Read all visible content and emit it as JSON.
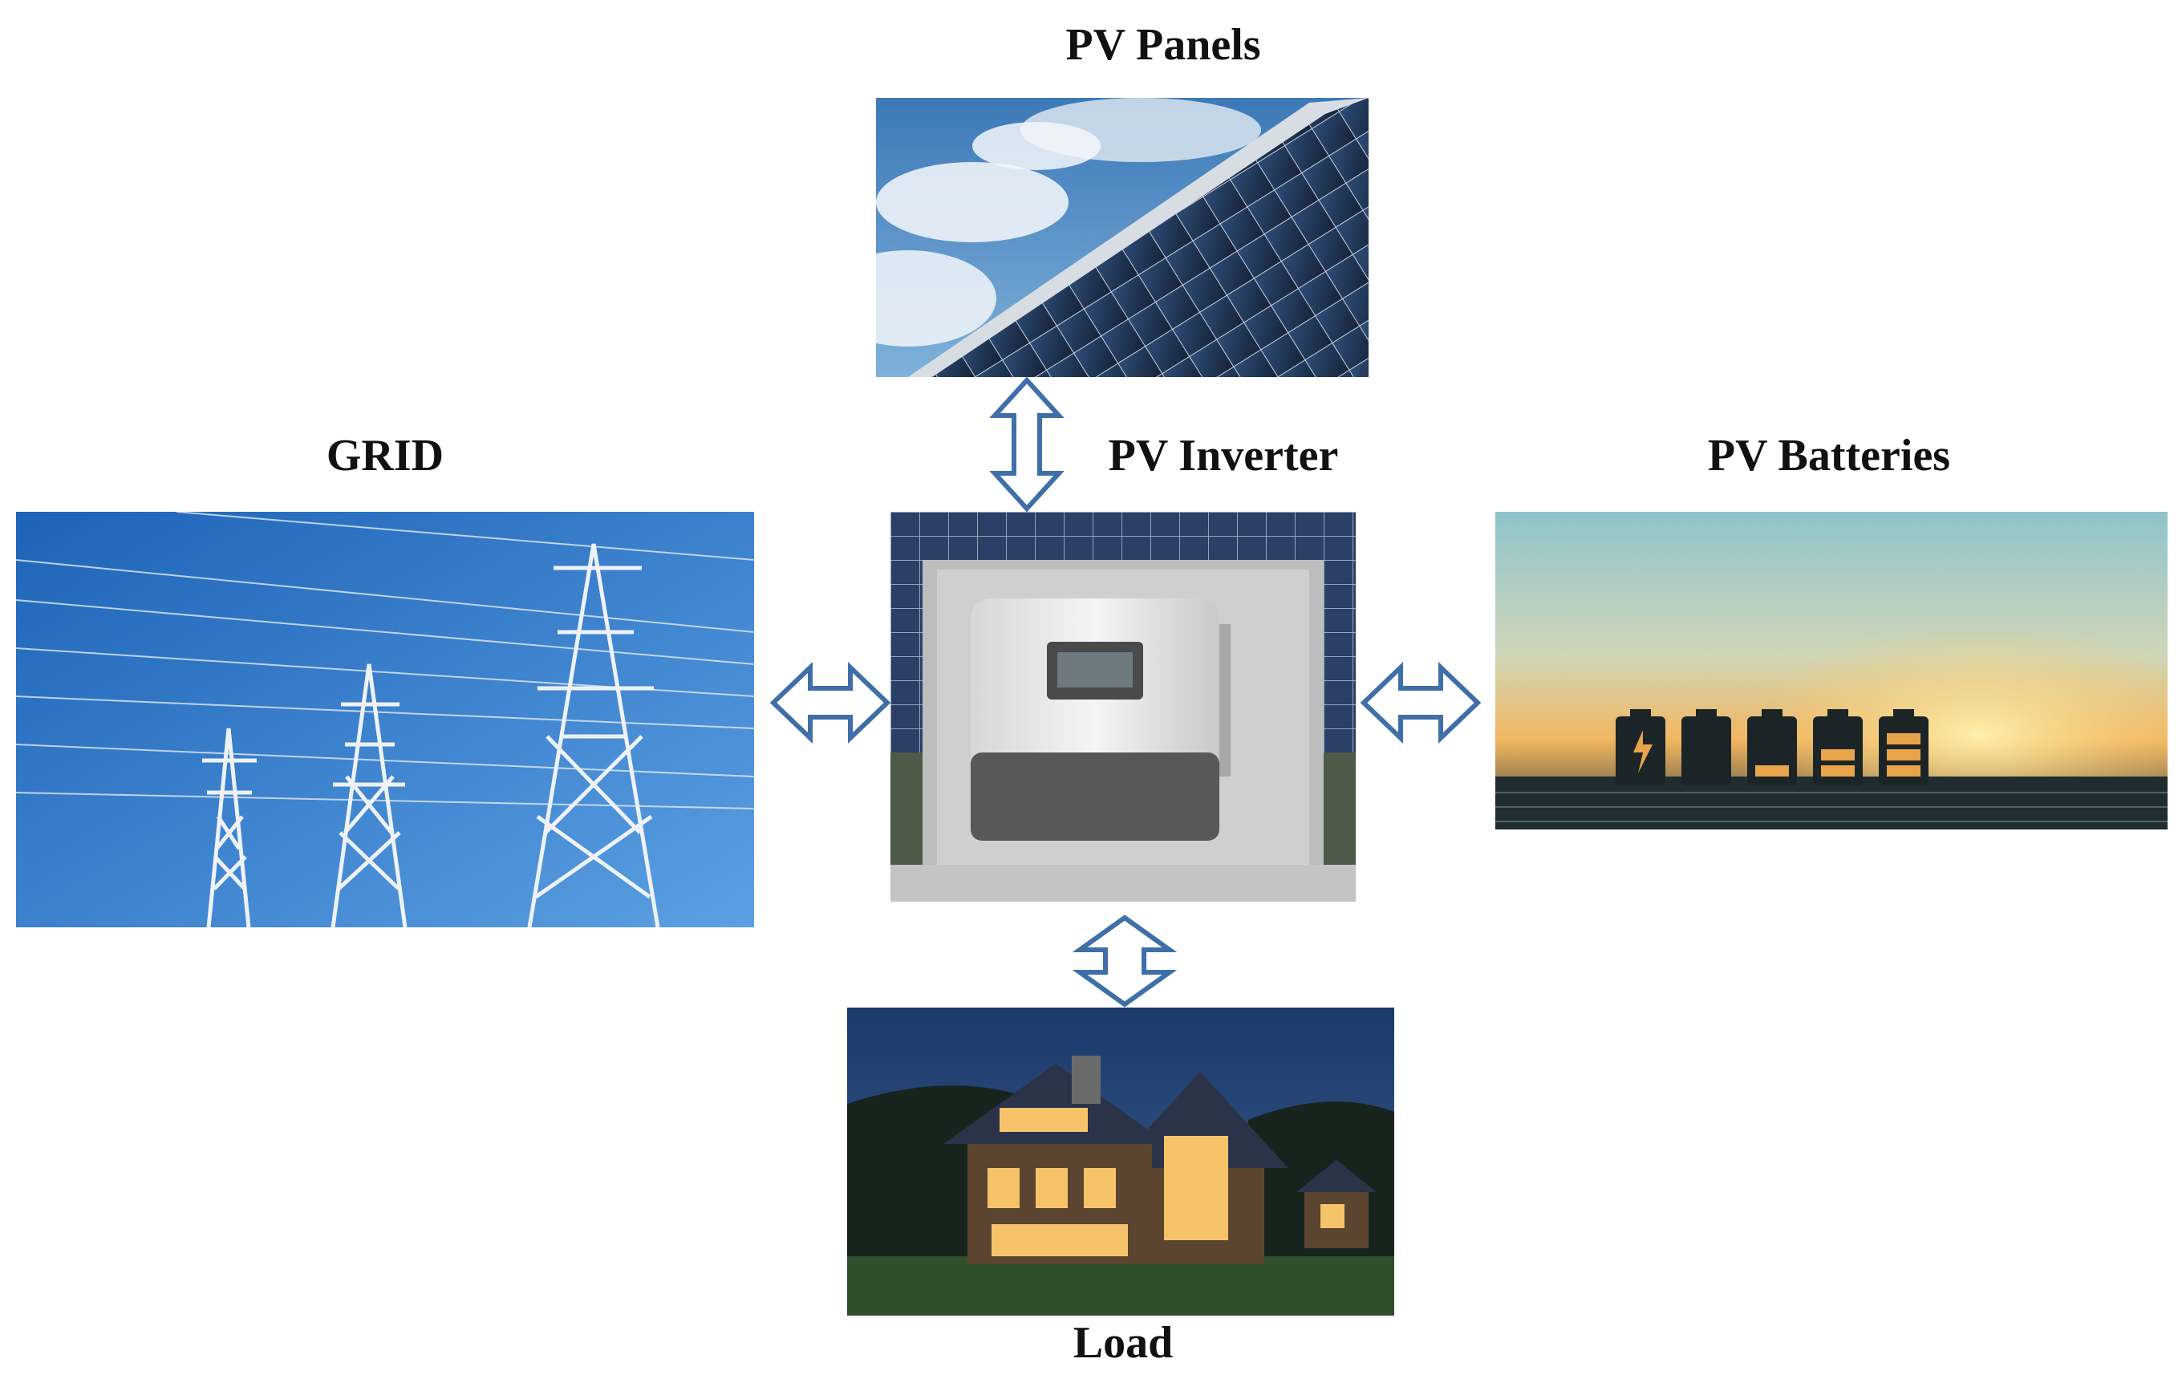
{
  "nodes": {
    "pv_panels": {
      "label": "PV Panels"
    },
    "grid": {
      "label": "GRID"
    },
    "inverter": {
      "label": "PV Inverter"
    },
    "batteries": {
      "label": "PV Batteries"
    },
    "load": {
      "label": "Load"
    }
  },
  "colors": {
    "arrow_stroke": "#3f6fa8",
    "arrow_fill": "#ffffff",
    "label_text": "#111111"
  }
}
